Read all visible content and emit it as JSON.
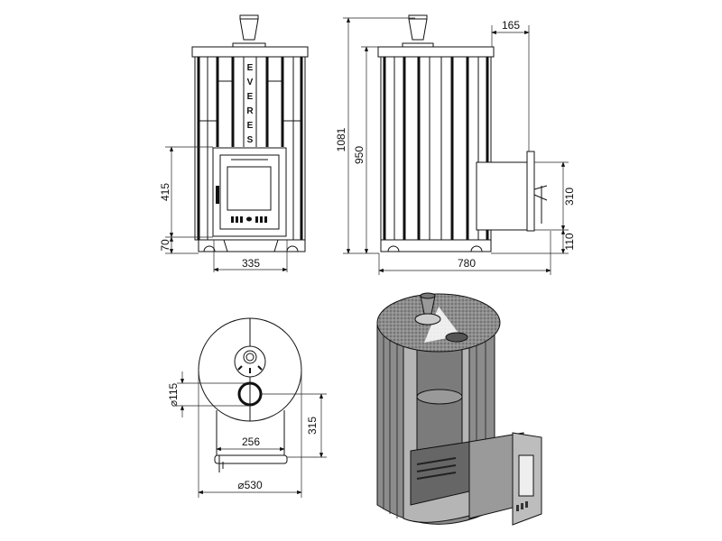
{
  "title": "Sauna stove dimensional drawing",
  "logo_text": [
    "E",
    "V",
    "E",
    "R",
    "E",
    "S"
  ],
  "front_view": {
    "dim_door_height": "415",
    "dim_leg_height": "70",
    "dim_door_width": "335"
  },
  "side_view": {
    "dim_total_height": "1081",
    "dim_body_height": "950",
    "dim_firebox_depth": "165",
    "dim_firebox_height": "310",
    "dim_firebox_base": "110",
    "dim_total_depth": "780"
  },
  "top_view": {
    "dim_flue_diameter": "⌀115",
    "dim_flue_offset": "315",
    "dim_leg_span": "256",
    "dim_diameter": "⌀530"
  },
  "colors": {
    "line": "#111111",
    "granite": "#8a8a8a",
    "steel": "#9a9a9a",
    "interior": "#7b7b7b"
  }
}
